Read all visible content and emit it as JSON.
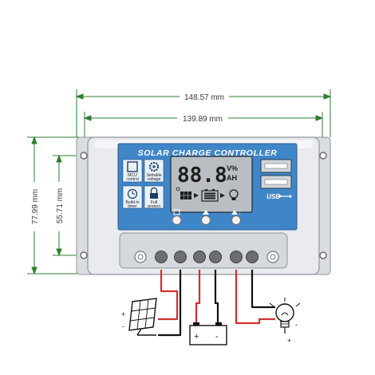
{
  "dimensions": {
    "outer_width": "148.57 mm",
    "inner_width": "139.89 mm",
    "total_height": "77.99 mm",
    "hole_height": "55.71 mm"
  },
  "panel": {
    "title": "SOLAR CHARGE CONTROLLER",
    "features": [
      {
        "label1": "MCU",
        "label2": "control"
      },
      {
        "label1": "Settable",
        "label2": "voltage"
      },
      {
        "label1": "Build-in",
        "label2": "timer"
      },
      {
        "label1": "Full",
        "label2": "protect"
      }
    ],
    "lcd_digits": "88.8",
    "lcd_unit_top": "V%",
    "lcd_unit_bottom": "AH",
    "usb_label": "USB"
  },
  "wiring": {
    "plus": "+",
    "minus": "-"
  },
  "colors": {
    "panel_blue": "#3f86c8",
    "dim_green": "#2e7d32",
    "wire_red": "#d32f2f",
    "wire_black": "#111111",
    "body_gray": "#e9ebee"
  }
}
